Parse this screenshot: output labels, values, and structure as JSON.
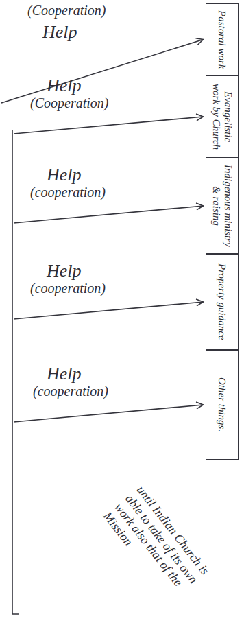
{
  "diagram": {
    "nodes": [
      {
        "text": [
          "Pastoral work"
        ]
      },
      {
        "text": [
          "Evangelistic work by Church"
        ]
      },
      {
        "text": [
          "Indigenous ministry & raising"
        ]
      },
      {
        "text": [
          "Property guidance"
        ]
      },
      {
        "text": [
          "Other things."
        ]
      }
    ],
    "labels": [
      "(Cooperation)",
      "Help",
      "Help",
      "(Cooperation)",
      "Help",
      "(cooperation)",
      "Help",
      "(cooperation)",
      "Help",
      "(cooperation)",
      "until Indian Church is able to take of its own work also that of the Mission"
    ]
  }
}
